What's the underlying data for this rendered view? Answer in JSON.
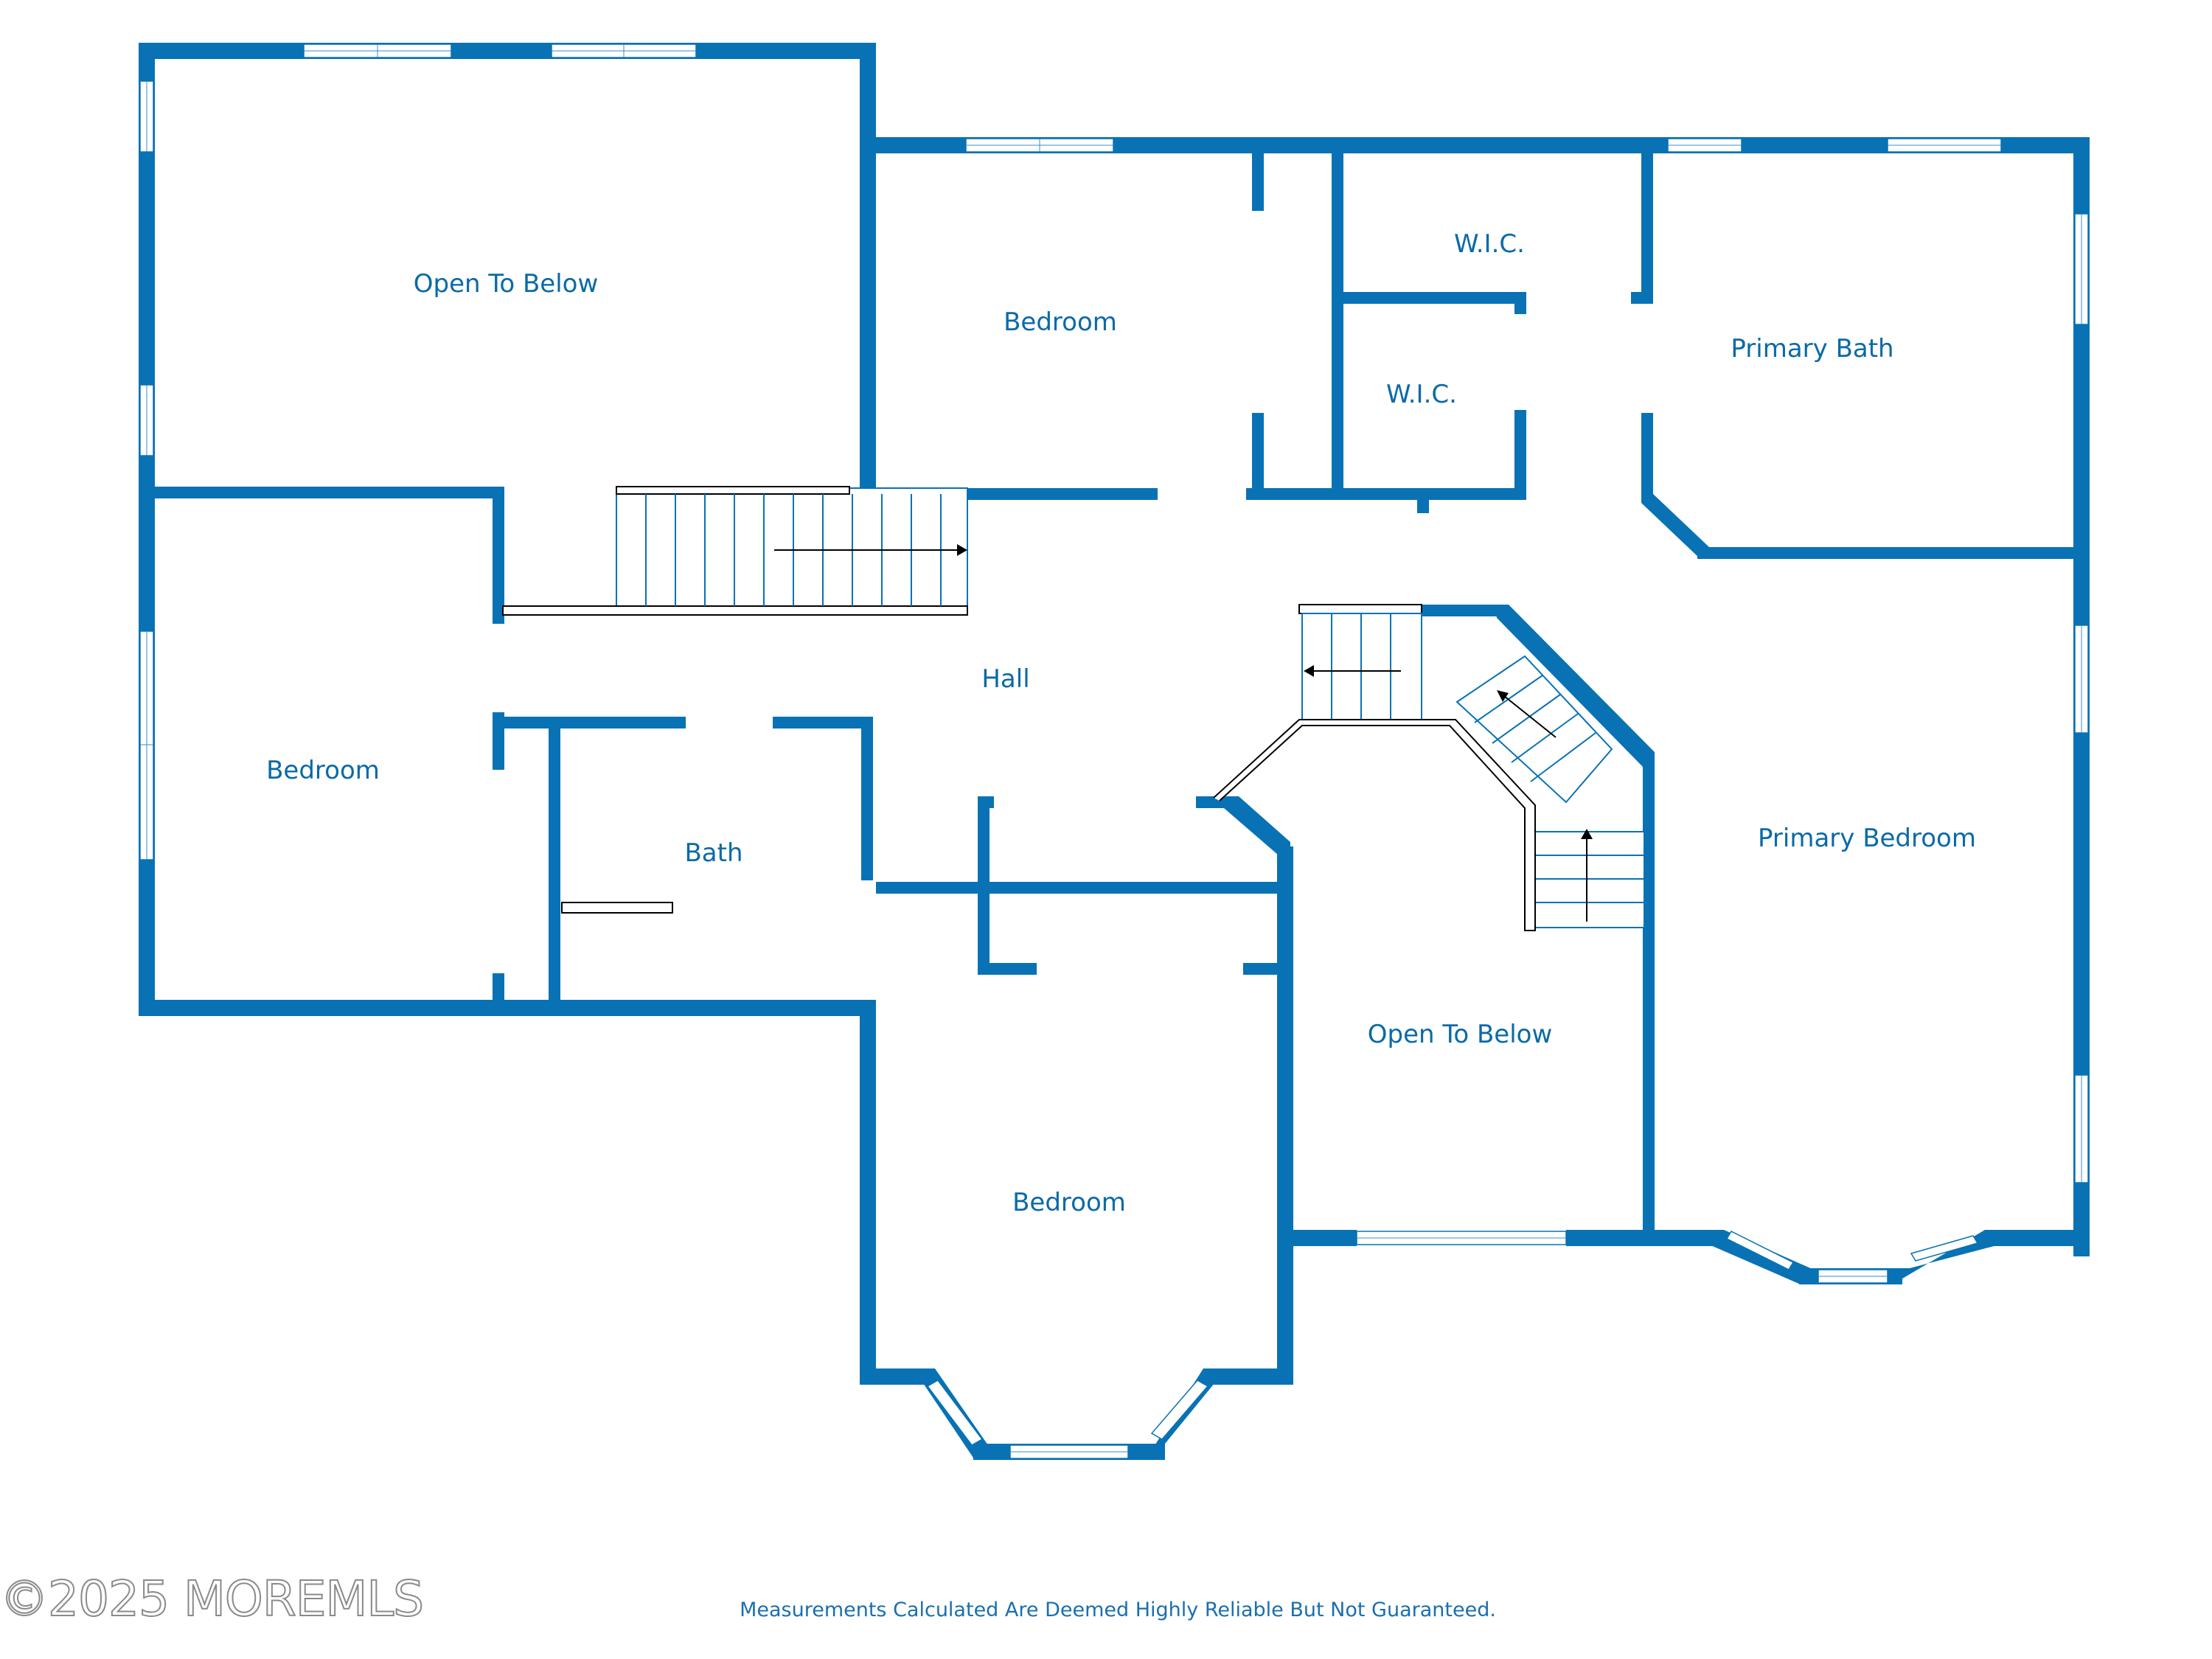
{
  "colors": {
    "wall": "#0872b4",
    "label": "#0a6aa6",
    "background": "#ffffff"
  },
  "rooms": {
    "open_to_below_top": "Open To Below",
    "bedroom_top": "Bedroom",
    "wic_upper": "W.I.C.",
    "wic_lower": "W.I.C.",
    "primary_bath": "Primary Bath",
    "bedroom_left": "Bedroom",
    "hall": "Hall",
    "bath": "Bath",
    "primary_bedroom": "Primary Bedroom",
    "open_to_below_center": "Open To Below",
    "bedroom_bottom": "Bedroom"
  },
  "footer": {
    "disclaimer": "Measurements Calculated Are Deemed Highly Reliable But Not Guaranteed.",
    "watermark": "©2025 MOREMLS"
  }
}
